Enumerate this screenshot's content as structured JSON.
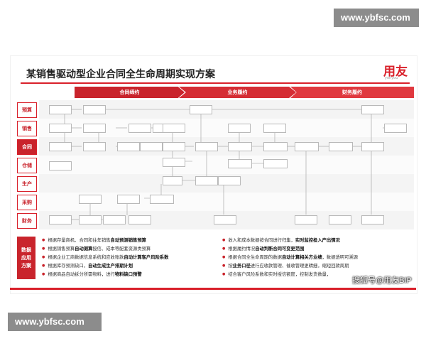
{
  "watermark": {
    "top": "www.ybfsc.com",
    "bottom": "www.ybfsc.com"
  },
  "slide": {
    "title": "某销售驱动型企业合同全生命周期实现方案",
    "logo": "用友",
    "logo_sub": "yonyou",
    "stages": [
      "合同缔约",
      "业务履约",
      "财务履约"
    ],
    "rows": [
      "预算",
      "销售",
      "合同",
      "仓储",
      "生产",
      "采购",
      "财务"
    ],
    "active_row": "合同",
    "data_label": [
      "数据",
      "应用",
      "方案"
    ],
    "bullets_left": [
      {
        "pre": "根据存量商机、合同和往年销售",
        "bold": "自动预测销售预算",
        "post": ""
      },
      {
        "pre": "根据销售预算",
        "bold": "自动测算",
        "post": "授信、成本等配套资源类预算"
      },
      {
        "pre": "根据企业工商数据信息系统和应收账款",
        "bold": "自动计算客户风险系数",
        "post": ""
      },
      {
        "pre": "根据库存预测缺口，",
        "bold": "自动生成生产排期计划",
        "post": ""
      },
      {
        "pre": "根据商品自动拆分所需物料，进行",
        "bold": "物料缺口预警",
        "post": ""
      }
    ],
    "bullets_right": [
      {
        "pre": "收入和成本数据按合同进行归集，",
        "bold": "实时监控投入产出情况",
        "post": ""
      },
      {
        "pre": "根据履约情况",
        "bold": "自动判断合同可变更范围",
        "post": ""
      },
      {
        "pre": "根据合同全生命周期的数据",
        "bold": "自动计算相关方业绩",
        "post": "，数据透明可溯源"
      },
      {
        "pre": "按",
        "bold": "业务口径",
        "post": "进行应收款管理、催收管理更精细，缩短回款周期"
      },
      {
        "pre": "结合客户风险系数和实时授信额度，控制发货数量，",
        "bold": "",
        "post": ""
      }
    ],
    "source": "搜狐号@用友BIP"
  }
}
